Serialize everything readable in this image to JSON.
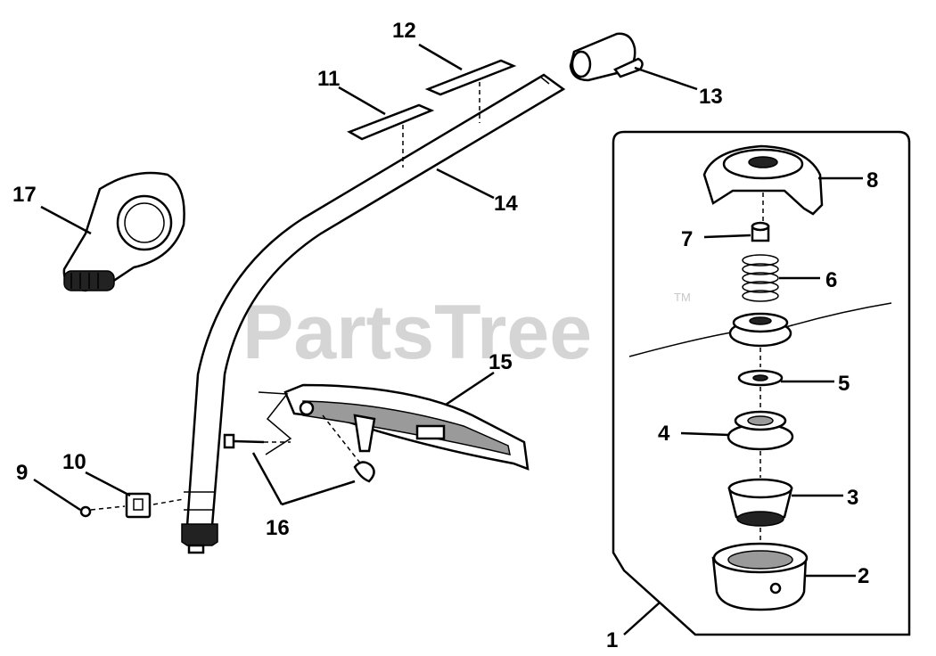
{
  "watermark": {
    "text": "PartsTree",
    "trademark": "TM"
  },
  "callouts": {
    "c1": "1",
    "c2": "2",
    "c3": "3",
    "c4": "4",
    "c5": "5",
    "c6": "6",
    "c7": "7",
    "c8": "8",
    "c9": "9",
    "c10": "10",
    "c11": "11",
    "c12": "12",
    "c13": "13",
    "c14": "14",
    "c15": "15",
    "c16": "16",
    "c17": "17"
  },
  "colors": {
    "line": "#000000",
    "watermark": "#c8c8c8",
    "background": "#ffffff"
  }
}
